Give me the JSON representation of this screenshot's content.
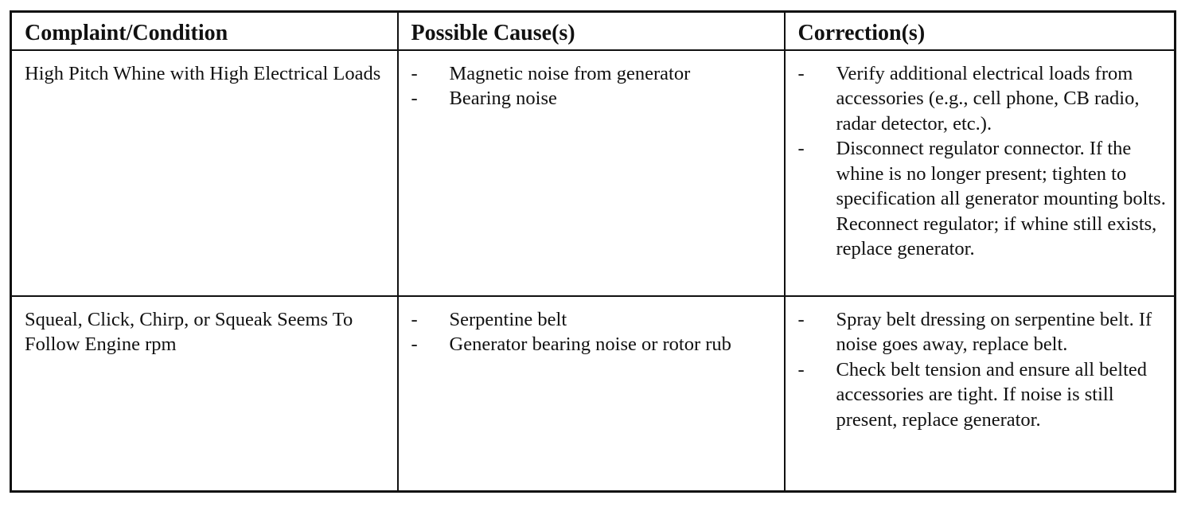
{
  "table": {
    "headers": [
      "Complaint/Condition",
      "Possible Cause(s)",
      "Correction(s)"
    ],
    "bullet": "-",
    "rows": [
      {
        "condition": "High Pitch Whine with High Electrical Loads",
        "causes": [
          "Magnetic noise from generator",
          "Bearing noise"
        ],
        "corrections": [
          "Verify additional electrical loads from accessories (e.g., cell phone, CB radio, radar detector, etc.).",
          "Disconnect regulator connector. If the whine is no longer present; tighten to specification all generator mounting bolts. Reconnect regulator; if whine still exists, replace generator."
        ]
      },
      {
        "condition": "Squeal, Click, Chirp, or Squeak Seems To Follow Engine rpm",
        "causes": [
          "Serpentine belt",
          "Generator bearing noise or rotor rub"
        ],
        "corrections": [
          "Spray belt dressing on serpentine belt. If noise goes away, replace belt.",
          "Check belt tension and ensure all belted accessories are tight. If noise is still present, replace generator."
        ]
      }
    ]
  }
}
